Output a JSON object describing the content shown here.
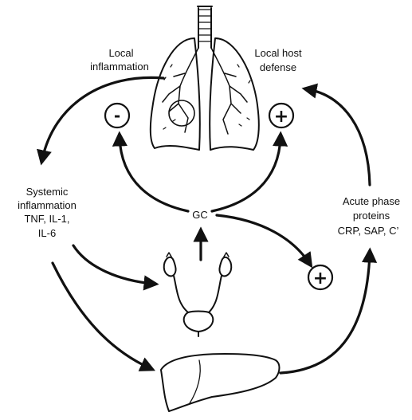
{
  "labels": {
    "local_inflammation": [
      "Local",
      "inflammation"
    ],
    "local_host_defense": [
      "Local host",
      "defense"
    ],
    "systemic_inflammation": [
      "Systemic",
      "inflammation",
      "TNF, IL-1,",
      "IL-6"
    ],
    "acute_phase": [
      "Acute phase",
      "proteins",
      "CRP, SAP, C’"
    ],
    "gc": "GC"
  },
  "signs": {
    "minus": "-",
    "plus_lung": "+",
    "plus_liver": "+"
  },
  "icons": [
    "lungs-icon",
    "kidneys-adrenals-icon",
    "liver-icon"
  ]
}
